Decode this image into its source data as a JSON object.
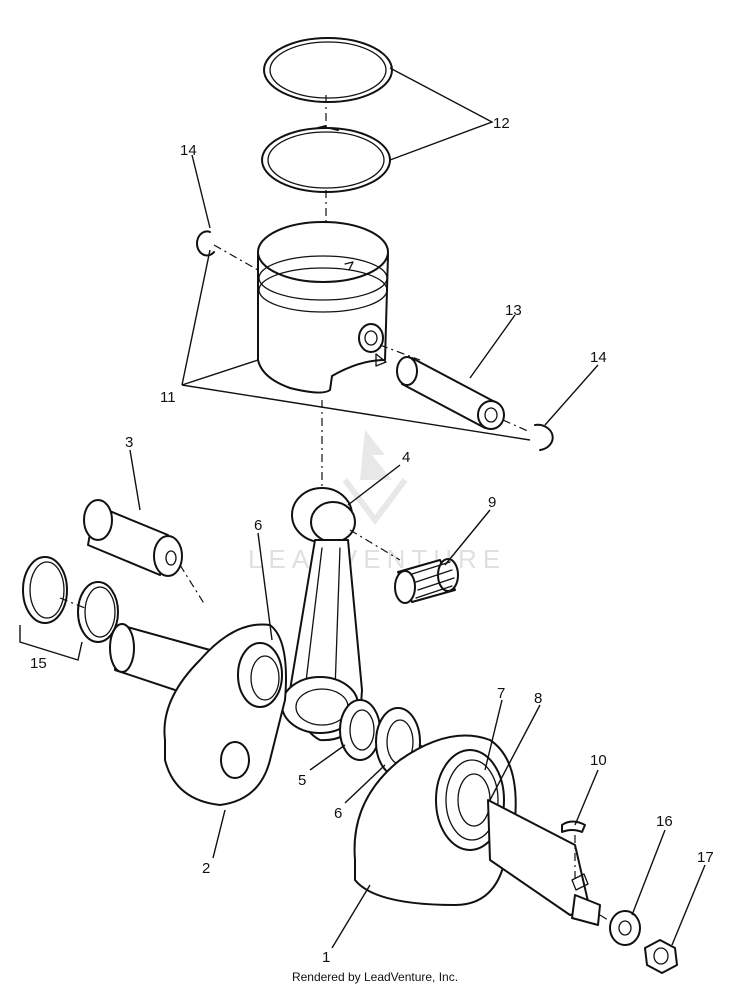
{
  "callouts": {
    "c1": "1",
    "c2": "2",
    "c3": "3",
    "c4": "4",
    "c5": "5",
    "c6a": "6",
    "c6b": "6",
    "c7": "7",
    "c8": "8",
    "c9": "9",
    "c10": "10",
    "c11": "11",
    "c12": "12",
    "c13": "13",
    "c14a": "14",
    "c14b": "14",
    "c15": "15",
    "c16": "16",
    "c17": "17"
  },
  "watermark": "LEADVENTURE",
  "footer": "Rendered by LeadVenture, Inc.",
  "colors": {
    "ink": "#111111",
    "watermark": "#dddddd",
    "background": "#ffffff"
  }
}
